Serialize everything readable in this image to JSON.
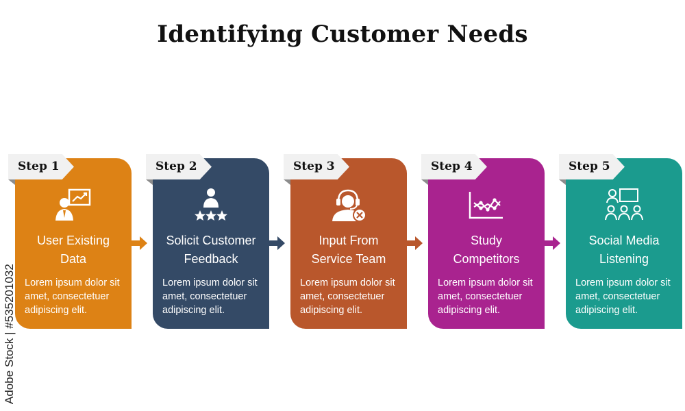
{
  "title": "Identifying Customer Needs",
  "watermark": "Adobe Stock | #535201032",
  "colors": {
    "step1": "#dd8215",
    "step2": "#344a66",
    "step3": "#b9572c",
    "step4": "#a9238f",
    "step5": "#1b9b8e"
  },
  "steps": [
    {
      "tab": "Step 1",
      "icon": "presenter-chart-icon",
      "title_line1": "User Existing",
      "title_line2": "Data",
      "desc_line1": "Lorem ipsum dolor sit",
      "desc_line2": "amet, consectetuer",
      "desc_line3": "adipiscing elit."
    },
    {
      "tab": "Step 2",
      "icon": "user-rating-icon",
      "title_line1": "Solicit Customer",
      "title_line2": "Feedback",
      "desc_line1": "Lorem ipsum dolor sit",
      "desc_line2": "amet, consectetuer",
      "desc_line3": "adipiscing elit."
    },
    {
      "tab": "Step 3",
      "icon": "support-agent-icon",
      "title_line1": "Input From",
      "title_line2": "Service Team",
      "desc_line1": "Lorem ipsum dolor sit",
      "desc_line2": "amet, consectetuer",
      "desc_line3": "adipiscing elit."
    },
    {
      "tab": "Step 4",
      "icon": "line-graph-icon",
      "title_line1": "Study",
      "title_line2": "Competitors",
      "desc_line1": "Lorem ipsum dolor sit",
      "desc_line2": "amet, consectetuer",
      "desc_line3": "adipiscing elit."
    },
    {
      "tab": "Step 5",
      "icon": "group-listening-icon",
      "title_line1": "Social Media",
      "title_line2": "Listening",
      "desc_line1": "Lorem ipsum dolor sit",
      "desc_line2": "amet, consectetuer",
      "desc_line3": "adipiscing elit."
    }
  ]
}
